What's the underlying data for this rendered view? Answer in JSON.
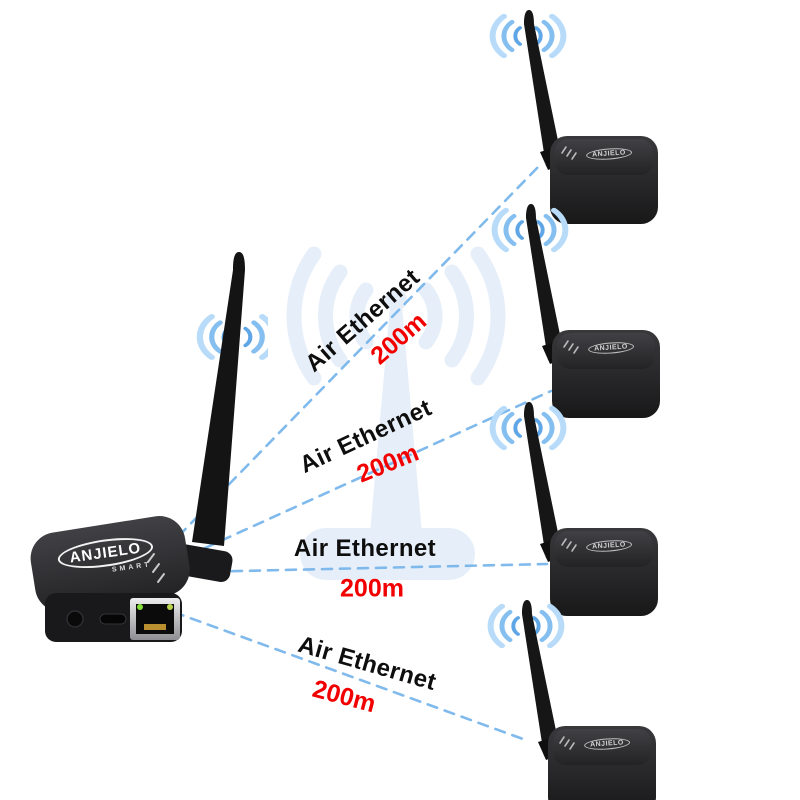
{
  "brand": {
    "name": "ANJIELO",
    "sub": "SMART"
  },
  "links": [
    {
      "label": "Air Ethernet",
      "distance": "200m"
    },
    {
      "label": "Air Ethernet",
      "distance": "200m"
    },
    {
      "label": "Air Ethernet",
      "distance": "200m"
    },
    {
      "label": "Air Ethernet",
      "distance": "200m"
    }
  ],
  "devices": {
    "transmitter": {
      "logo": "ANJIELO",
      "logo_sub": "SMART",
      "ports": [
        "power-button",
        "usb-c-port",
        "rj45-ethernet-port"
      ],
      "antenna": "external-antenna"
    },
    "receivers": [
      {
        "logo": "ANJIELO"
      },
      {
        "logo": "ANJIELO"
      },
      {
        "logo": "ANJIELO"
      },
      {
        "logo": "ANJIELO"
      }
    ]
  },
  "icons": {
    "wifi_signal": "wifi-signal-waves",
    "watermark": "wifi-tower"
  },
  "colors": {
    "link_line": "#7ab7ec",
    "label_text": "#0e0e0e",
    "distance_text": "#f20000",
    "watermark": "#e2edf9",
    "device_body": "#1c1c1e",
    "led_green": "#86e03c",
    "led_amber": "#b8d44e",
    "connector_gold": "#b5913f"
  }
}
